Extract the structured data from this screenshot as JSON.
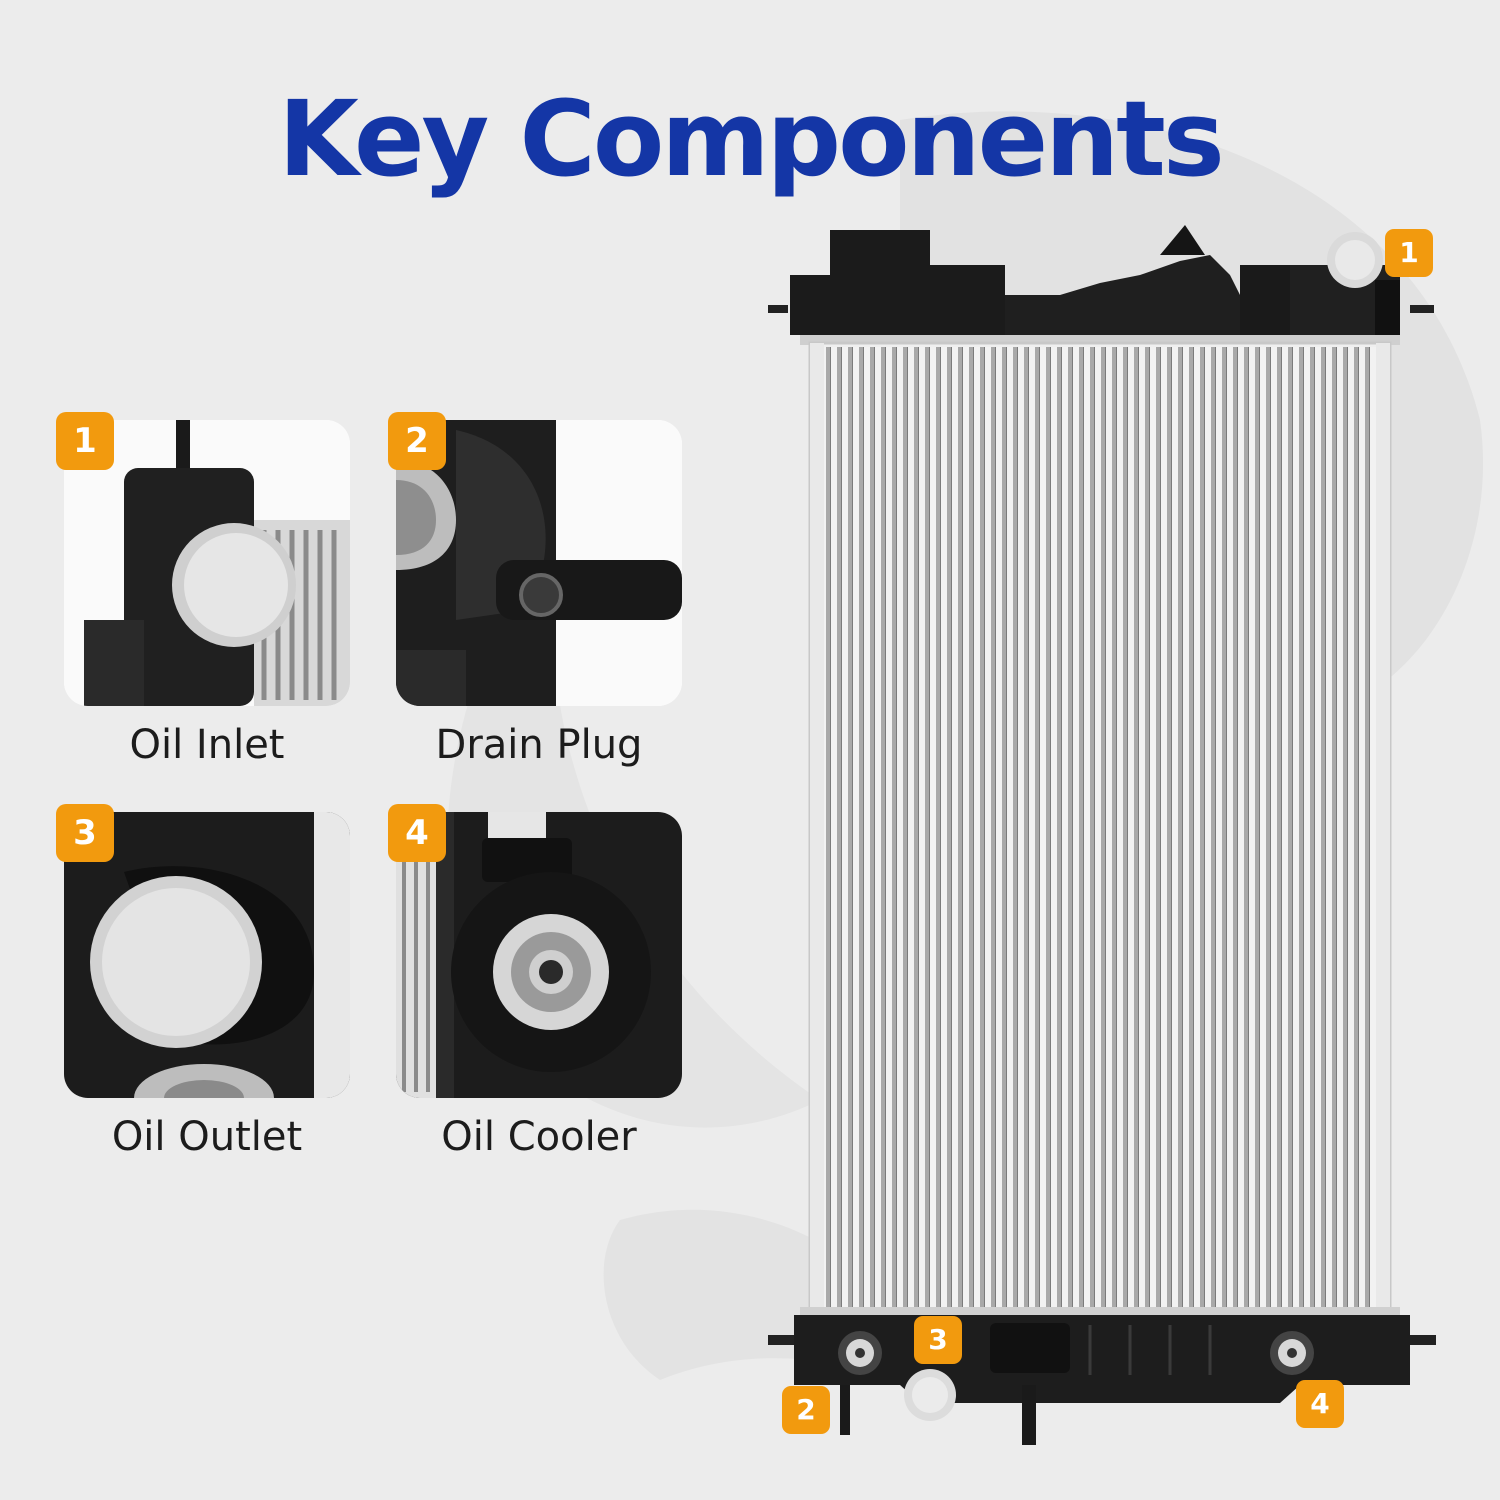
{
  "headline": "Key Components",
  "colors": {
    "headline": "#1436a6",
    "badge": "#f29a0e",
    "background": "#ececec"
  },
  "components": [
    {
      "number": "1",
      "label": "Oil Inlet"
    },
    {
      "number": "2",
      "label": "Drain Plug"
    },
    {
      "number": "3",
      "label": "Oil Outlet"
    },
    {
      "number": "4",
      "label": "Oil Cooler"
    }
  ],
  "radiator_callouts": [
    "1",
    "2",
    "3",
    "4"
  ]
}
